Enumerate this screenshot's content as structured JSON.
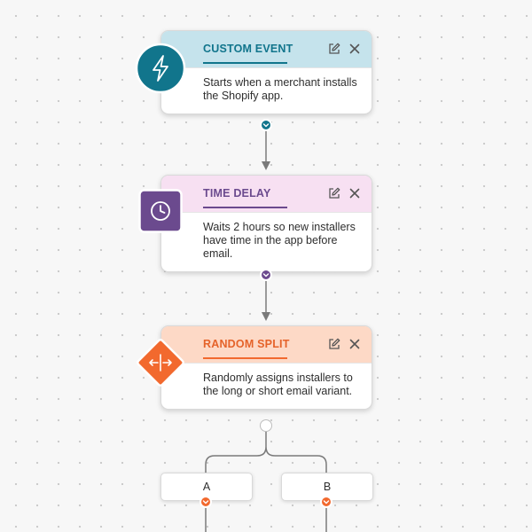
{
  "nodes": [
    {
      "title": "CUSTOM EVENT",
      "description": "Starts when a merchant installs the Shopify app.",
      "icon": "lightning-bolt-icon",
      "header_color": "#c5e3ec",
      "accent_color": "#11758c",
      "title_color": "#11758c"
    },
    {
      "title": "TIME DELAY",
      "description": "Waits 2 hours so new installers have time in the app before email.",
      "icon": "clock-icon",
      "header_color": "#f7e0f2",
      "accent_color": "#6b4a8e",
      "title_color": "#6b4a8e"
    },
    {
      "title": "RANDOM SPLIT",
      "description": "Randomly assigns installers to the long or short email variant.",
      "icon": "split-arrows-icon",
      "header_color": "#fdd9c6",
      "accent_color": "#f2692e",
      "title_color": "#e5632a"
    }
  ],
  "branches": [
    {
      "label": "A"
    },
    {
      "label": "B"
    }
  ],
  "colors": {
    "connector": "#7a7a7a",
    "branch_port": "#f2692e"
  }
}
